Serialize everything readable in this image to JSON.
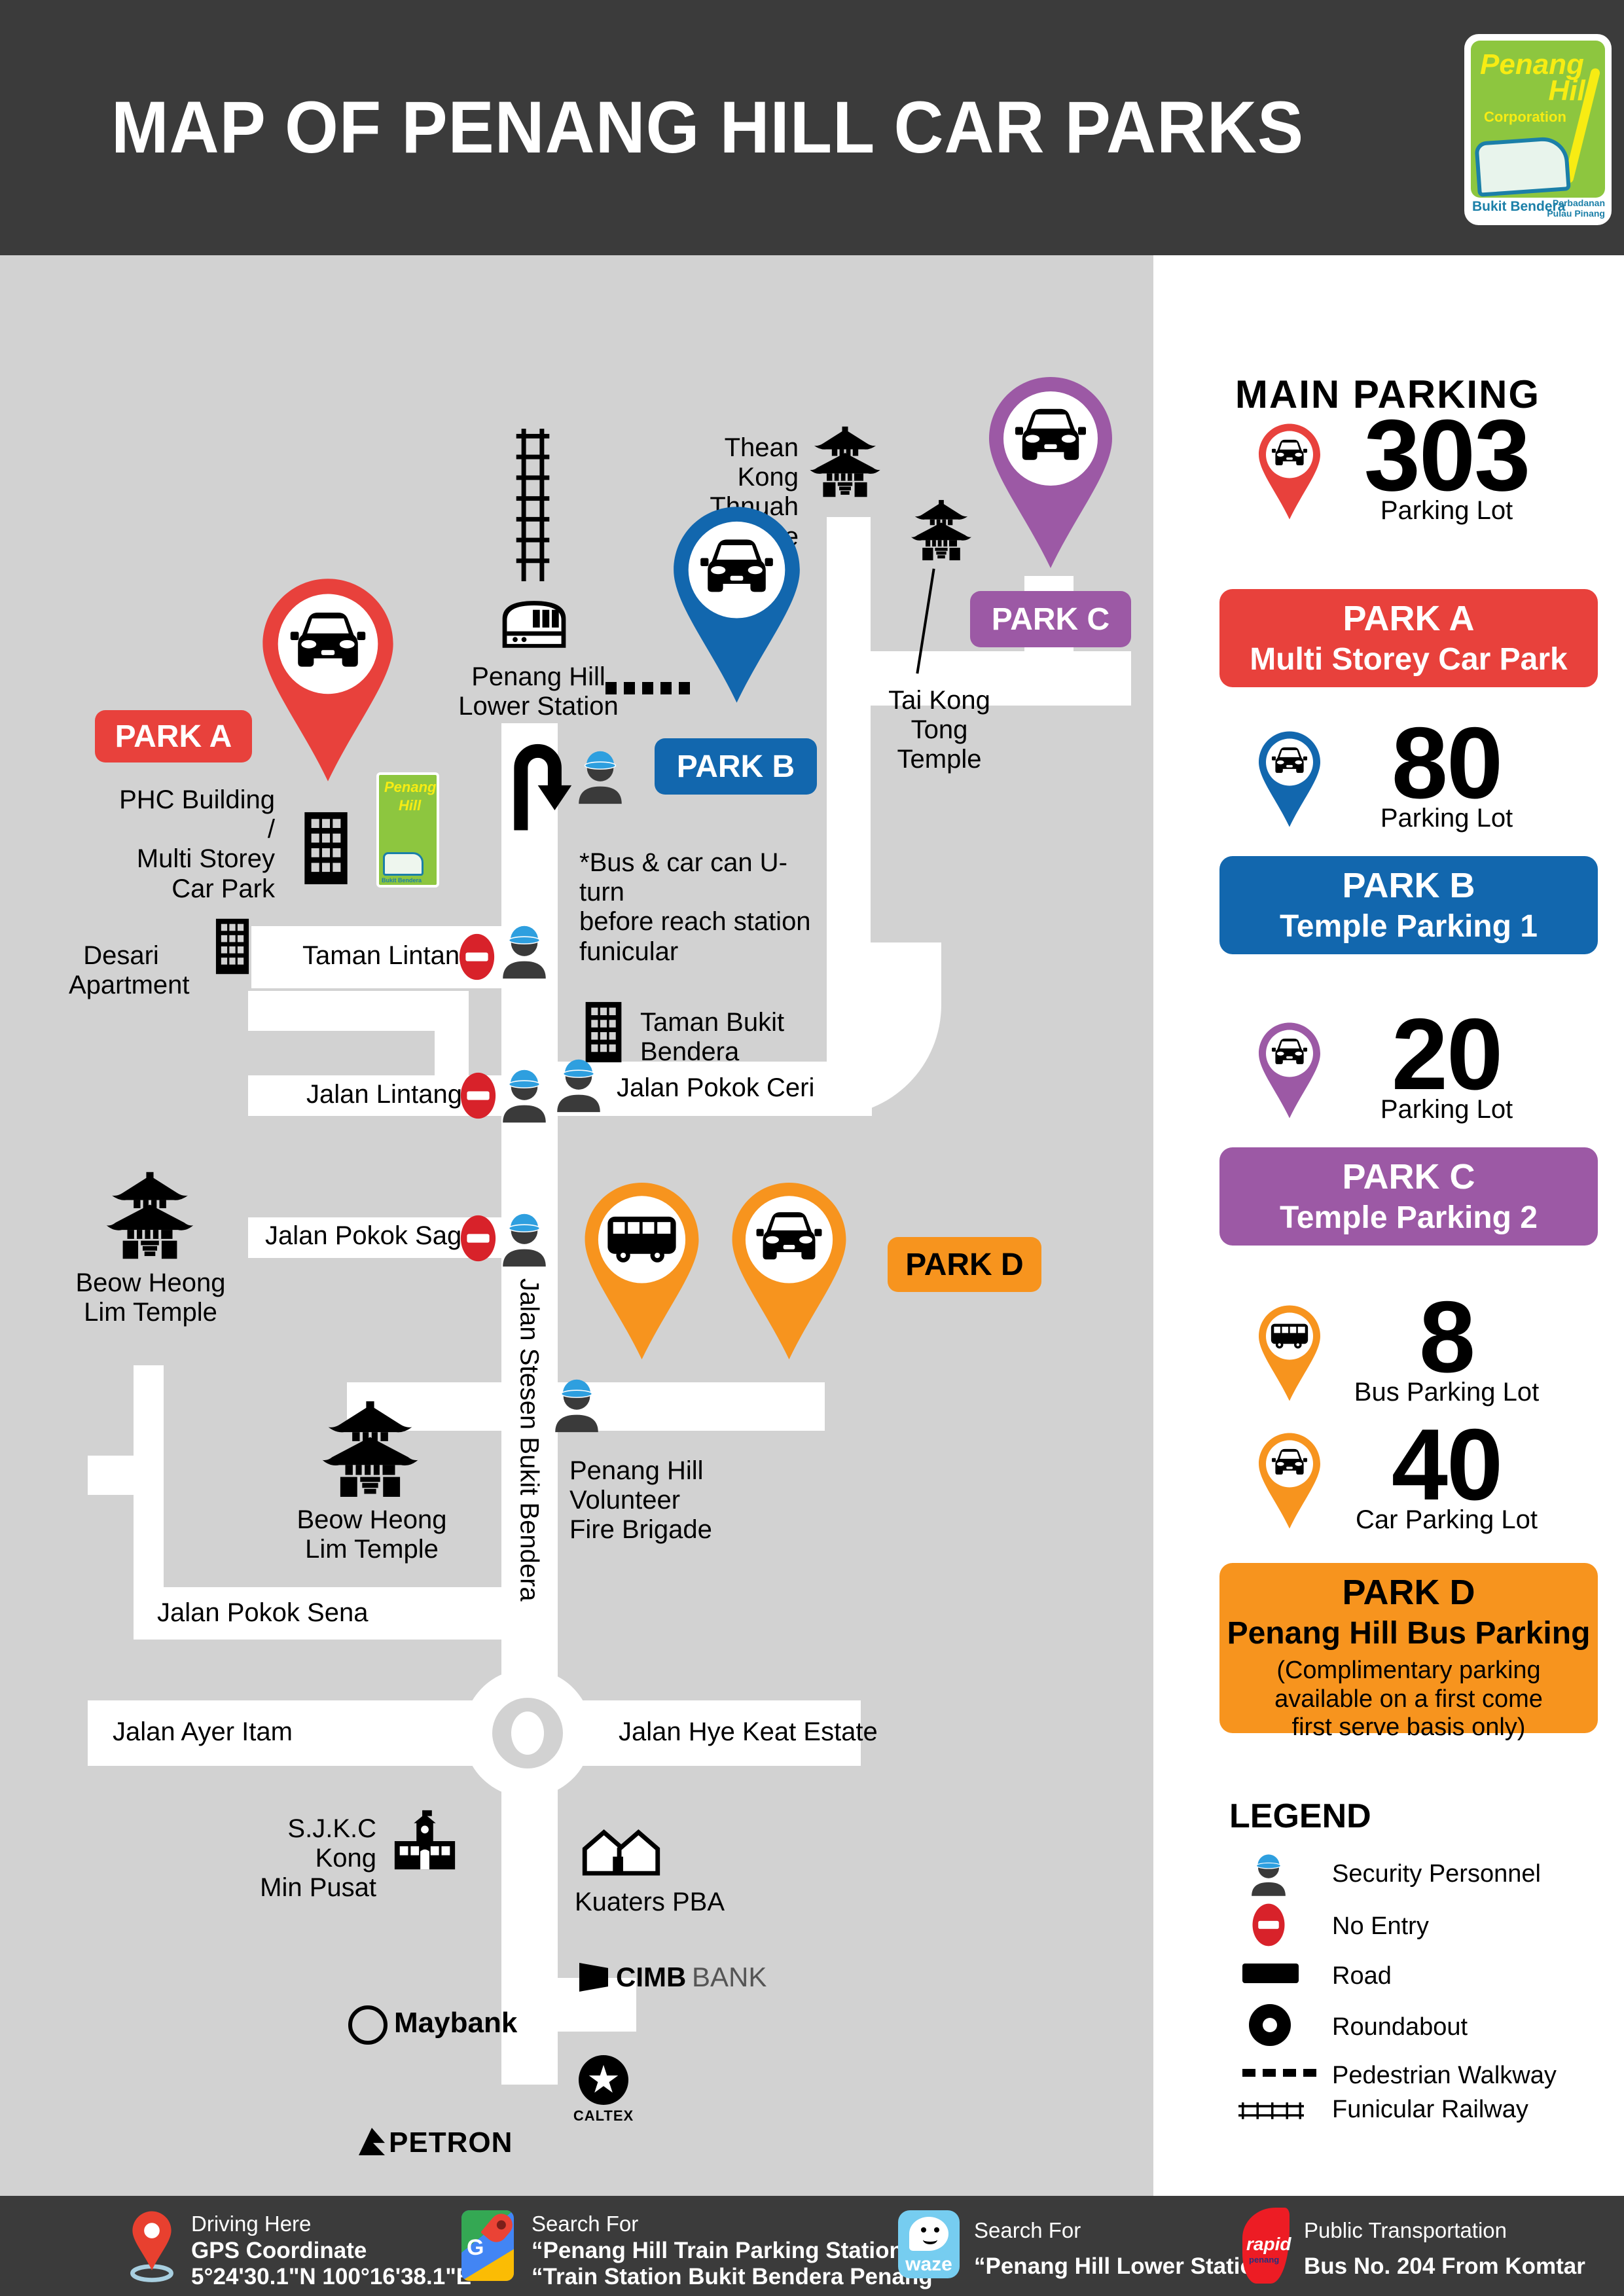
{
  "header": {
    "title": "MAP OF PENANG HILL CAR PARKS"
  },
  "logo": {
    "name1": "Penang",
    "name2": "Hill",
    "sub": "Corporation",
    "bottom1": "Bukit Bendera",
    "bottom2": "Perbadanan",
    "bottom3": "Pulau Pinang"
  },
  "map": {
    "parks": {
      "a": {
        "label": "PARK A",
        "color": "#e8413c"
      },
      "b": {
        "label": "PARK B",
        "color": "#1267ae"
      },
      "c": {
        "label": "PARK C",
        "color": "#9c59a5"
      },
      "d": {
        "label": "PARK D",
        "color": "#f7941e"
      }
    },
    "landmarks": {
      "thean_kong": "Thean Kong\nThnuah Temple",
      "tai_kong": "Tai Kong Tong\nTemple",
      "station": "Penang Hill\nLower Station",
      "uturn_note": "*Bus & car can U-turn\nbefore reach station\nfunicular",
      "phc": "PHC Building /\nMulti Storey\nCar Park",
      "desari": "Desari\nApartment",
      "taman_bukit": "Taman Bukit\nBendera",
      "beow_upper": "Beow Heong\nLim Temple",
      "beow_lower": "Beow Heong\nLim Temple",
      "fire_brigade": "Penang Hill Volunteer\nFire Brigade",
      "school": "S.J.K.C Kong\nMin Pusat",
      "kuaters": "Kuaters PBA"
    },
    "roads": {
      "taman_lintang": "Taman Lintang",
      "jalan_lintang": "Jalan Lintang",
      "pokok_saga": "Jalan Pokok Saga",
      "pokok_ceri": "Jalan Pokok Ceri",
      "pokok_sena": "Jalan Pokok Sena",
      "ayer_itam": "Jalan Ayer Itam",
      "hye_keat": "Jalan Hye Keat Estate",
      "stesen": "Jalan Stesen Bukit Bendera"
    },
    "brands": {
      "cimb1": "CIMB",
      "cimb2": "BANK",
      "maybank": "Maybank",
      "caltex": "CALTEX",
      "petron": "PETRON"
    }
  },
  "sidebar": {
    "title": "MAIN PARKING",
    "a": {
      "count": "303",
      "caption": "Parking Lot",
      "line1": "PARK A",
      "line2": "Multi Storey Car Park"
    },
    "b": {
      "count": "80",
      "caption": "Parking Lot",
      "line1": "PARK B",
      "line2": "Temple Parking 1"
    },
    "c": {
      "count": "20",
      "caption": "Parking Lot",
      "line1": "PARK C",
      "line2": "Temple Parking 2"
    },
    "d": {
      "bus_count": "8",
      "bus_caption": "Bus Parking Lot",
      "car_count": "40",
      "car_caption": "Car Parking Lot",
      "line1": "PARK D",
      "line2": "Penang Hill Bus Parking",
      "note": "(Complimentary parking\navailable on a first come\nfirst serve basis only)"
    },
    "legend": {
      "title": "LEGEND",
      "items": [
        {
          "icon": "security-personnel-icon",
          "label": "Security Personnel"
        },
        {
          "icon": "no-entry-icon",
          "label": "No Entry"
        },
        {
          "icon": "road-icon",
          "label": "Road"
        },
        {
          "icon": "roundabout-icon",
          "label": "Roundabout"
        },
        {
          "icon": "pedestrian-walkway-icon",
          "label": "Pedestrian Walkway"
        },
        {
          "icon": "funicular-railway-icon",
          "label": "Funicular Railway"
        }
      ]
    }
  },
  "footer": {
    "driving": {
      "line1": "Driving Here",
      "line2": "GPS Coordinate",
      "line3": "5°24'30.1\"N 100°16'38.1\"E"
    },
    "gmaps": {
      "letter": "G",
      "line1": "Search For",
      "line2": "“Penang Hill Train Parking Station” or",
      "line3": "“Train Station Bukit Bendera Penang”"
    },
    "waze": {
      "brand": "waze",
      "line1": "Search For",
      "line2": "“Penang Hill Lower Station”"
    },
    "rapid": {
      "brand": "rapid",
      "sub": "penang",
      "line1": "Public Transportation",
      "line2": "Bus No. 204 From Komtar"
    }
  },
  "colors": {
    "header_bg": "#3b3b3b",
    "map_bg": "#d2d2d2",
    "road": "#ffffff",
    "park_a": "#e8413c",
    "park_b": "#1267ae",
    "park_c": "#9c59a5",
    "park_d": "#f7941e",
    "no_entry": "#d8222a",
    "security_cap": "#2e9fdf",
    "waze_bg": "#76cdf0",
    "rapid_red": "#ed1c24"
  }
}
